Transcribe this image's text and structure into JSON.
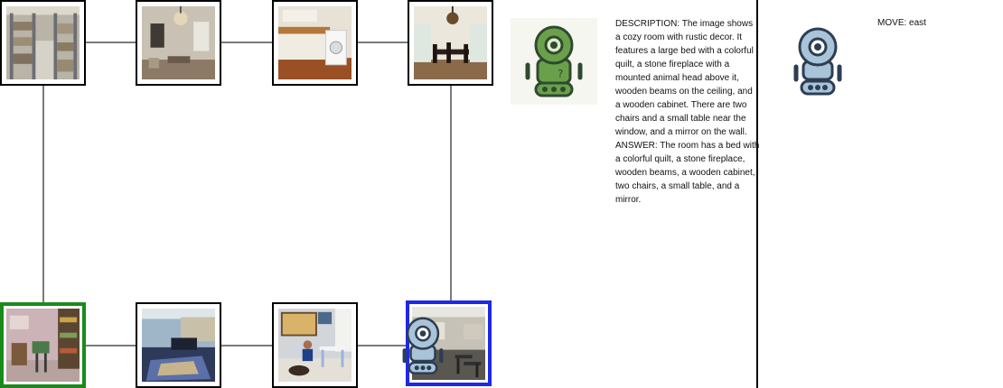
{
  "description_text": "DESCRIPTION: The image shows a cozy room with rustic decor. It features a large bed with a colorful quilt, a stone fireplace with a mounted animal head above it, wooden beams on the ceiling, and a wooden cabinet. There are two chairs and a small table near the window, and a mirror on the wall.  ANSWER: The room has a bed with a colorful quilt, a stone fireplace, wooden beams, a wooden cabinet, two chairs, a small table, and a mirror.",
  "move_text": "MOVE: east",
  "colors": {
    "start_border": "#1a8a1a",
    "current_border": "#1f28e8",
    "edge": "#7a7a7a",
    "robot_green": "#6aa04a",
    "robot_blue": "#a9c4d8"
  },
  "board": {
    "nodes": [
      {
        "room": "storage-shelves-room",
        "status": "normal"
      },
      {
        "room": "chandelier-salon-room",
        "status": "normal"
      },
      {
        "room": "laundry-room",
        "status": "normal"
      },
      {
        "room": "dining-room",
        "status": "normal"
      },
      {
        "room": "cluttered-study-room",
        "status": "start"
      },
      {
        "room": "living-room-rug",
        "status": "normal"
      },
      {
        "room": "kids-play-room",
        "status": "normal"
      },
      {
        "room": "classroom",
        "status": "current"
      }
    ],
    "agent_icon": "robot-icon"
  }
}
